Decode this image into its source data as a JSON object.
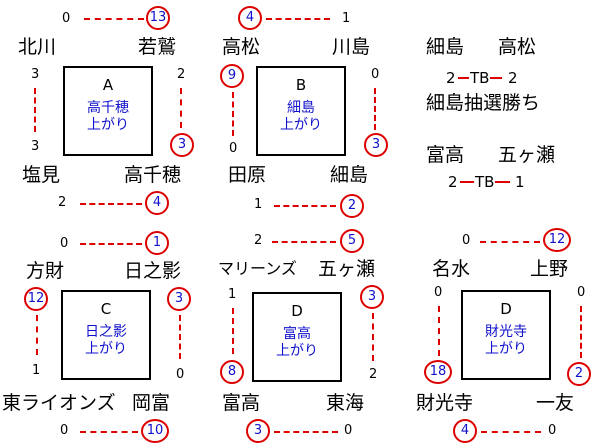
{
  "blocks": {
    "A": {
      "letter": "A",
      "winner": [
        "高千穂",
        "上がり"
      ],
      "tl": "北川",
      "tr": "若鷲",
      "bl": "塩見",
      "br": "高千穂",
      "top_l": "0",
      "top_r": "13",
      "left_t": "3",
      "left_b": "3",
      "right_t": "2",
      "right_b": "3",
      "bot_l": "2",
      "bot_r": "4"
    },
    "B": {
      "letter": "B",
      "winner": [
        "細島",
        "上がり"
      ],
      "tl": "高松",
      "tr": "川島",
      "bl": "田原",
      "br": "細島",
      "top_l": "4",
      "top_r": "1",
      "left_t": "9",
      "left_b": "0",
      "right_t": "0",
      "right_b": "3",
      "bot_l": "1",
      "bot_r": "2"
    },
    "C": {
      "letter": "C",
      "winner": [
        "日之影",
        "上がり"
      ],
      "tl": "方財",
      "tr": "日之影",
      "bl": "東ライオンズ",
      "br": "岡富",
      "top_l": "0",
      "top_r": "1",
      "left_t": "12",
      "left_b": "1",
      "right_t": "3",
      "right_b": "0",
      "bot_l": "0",
      "bot_r": "10"
    },
    "D1": {
      "letter": "D",
      "winner": [
        "富高",
        "上がり"
      ],
      "tl": "マリーンズ",
      "tr": "五ヶ瀬",
      "bl": "富高",
      "br": "東海",
      "top_l": "2",
      "top_r": "5",
      "left_t": "1",
      "left_b": "8",
      "right_t": "3",
      "right_b": "2",
      "bot_l": "3",
      "bot_r": "0"
    },
    "D2": {
      "letter": "D",
      "winner": [
        "財光寺",
        "上がり"
      ],
      "tl": "名水",
      "tr": "上野",
      "bl": "財光寺",
      "br": "一友",
      "top_l": "0",
      "top_r": "12",
      "left_t": "0",
      "left_b": "18",
      "right_t": "0",
      "right_b": "2",
      "bot_l": "4",
      "bot_r": "0"
    }
  },
  "tiebreak": {
    "tb1": {
      "team_l": "細島",
      "team_r": "高松",
      "score_l": "2",
      "label": "TB",
      "score_r": "2",
      "result": "細島抽選勝ち"
    },
    "tb2": {
      "team_l": "富高",
      "team_r": "五ヶ瀬",
      "score_l": "2",
      "label": "TB",
      "score_r": "1"
    }
  }
}
